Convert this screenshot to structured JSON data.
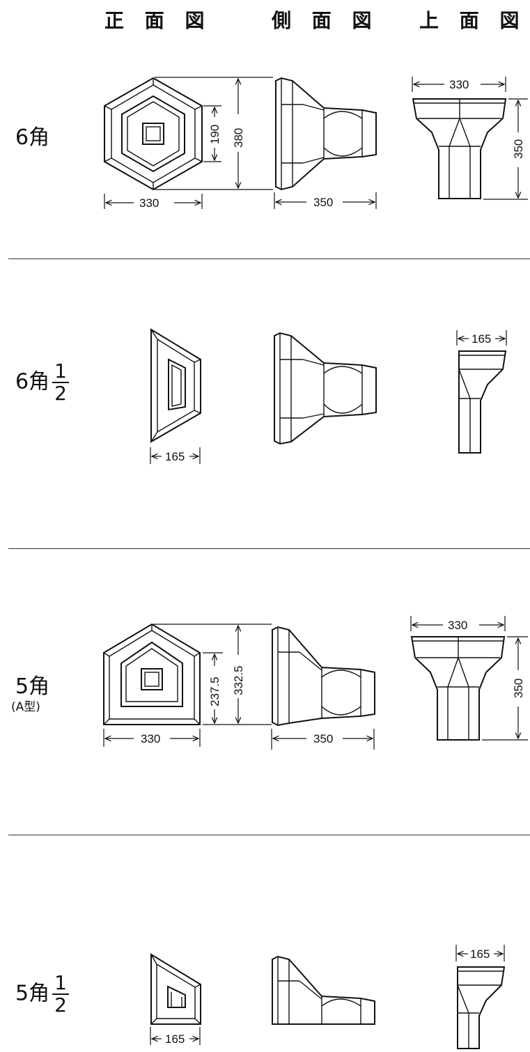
{
  "headers": {
    "front": "正 面 図",
    "side": "側 面 図",
    "top": "上 面 図"
  },
  "rows": [
    {
      "label": "6角",
      "frac_num": "",
      "frac_den": "",
      "sub": "",
      "dims": {
        "front_width": "330",
        "front_inner": "190",
        "front_height": "380",
        "side_length": "350",
        "top_width": "330",
        "top_height": "350"
      }
    },
    {
      "label": "6角",
      "frac_num": "1",
      "frac_den": "2",
      "sub": "",
      "dims": {
        "front_width": "165",
        "top_width": "165"
      }
    },
    {
      "label": "5角",
      "frac_num": "",
      "frac_den": "",
      "sub": "(A型)",
      "dims": {
        "front_width": "330",
        "front_inner": "237.5",
        "front_height": "332.5",
        "side_length": "350",
        "top_width": "330",
        "top_height": "350"
      }
    },
    {
      "label": "5角",
      "frac_num": "1",
      "frac_den": "2",
      "sub": "",
      "dims": {
        "front_width": "165",
        "top_width": "165"
      }
    }
  ]
}
